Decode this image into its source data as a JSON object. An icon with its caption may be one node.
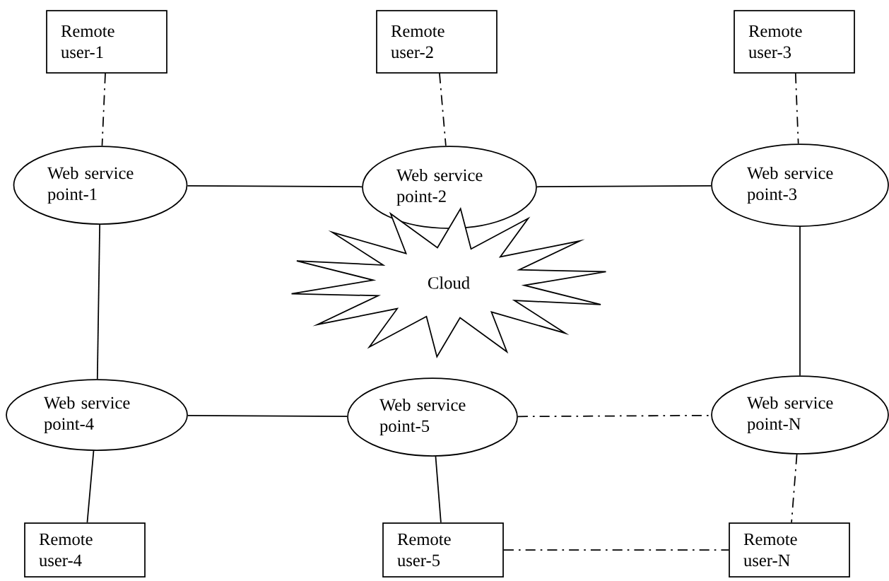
{
  "diagram": {
    "nodes": [
      {
        "text": [
          "Remote user-1"
        ]
      },
      {
        "text": [
          "Remote user-2"
        ]
      },
      {
        "text": [
          "Remote user-3"
        ]
      },
      {
        "text": [
          "Web service point-1"
        ]
      },
      {
        "text": [
          "Web service point-2"
        ]
      },
      {
        "text": [
          "Web service point-3"
        ]
      },
      {
        "text": [
          "Cloud"
        ]
      },
      {
        "text": [
          "Web service point-4"
        ]
      },
      {
        "text": [
          "Web service point-5"
        ]
      },
      {
        "text": [
          "Web service point-N"
        ]
      },
      {
        "text": [
          "Remote user-4"
        ]
      },
      {
        "text": [
          "Remote user-5"
        ]
      },
      {
        "text": [
          "Remote user-N"
        ]
      }
    ],
    "edges": [
      {
        "from": 0,
        "to": 3,
        "arrow": "none",
        "style": "dashed"
      },
      {
        "from": 1,
        "to": 4,
        "arrow": "none",
        "style": "dashed"
      },
      {
        "from": 2,
        "to": 5,
        "arrow": "none",
        "style": "dashed"
      },
      {
        "from": 3,
        "to": 4,
        "arrow": "none"
      },
      {
        "from": 4,
        "to": 5,
        "arrow": "none"
      },
      {
        "from": 3,
        "to": 7,
        "arrow": "none"
      },
      {
        "from": 5,
        "to": 9,
        "arrow": "none"
      },
      {
        "from": 7,
        "to": 8,
        "arrow": "none"
      },
      {
        "from": 8,
        "to": 9,
        "arrow": "none",
        "style": "dashed"
      },
      {
        "from": 7,
        "to": 10,
        "arrow": "none"
      },
      {
        "from": 8,
        "to": 11,
        "arrow": "none"
      },
      {
        "from": 9,
        "to": 12,
        "arrow": "none",
        "style": "dashed"
      },
      {
        "from": 11,
        "to": 12,
        "arrow": "none",
        "style": "dashed"
      }
    ]
  }
}
